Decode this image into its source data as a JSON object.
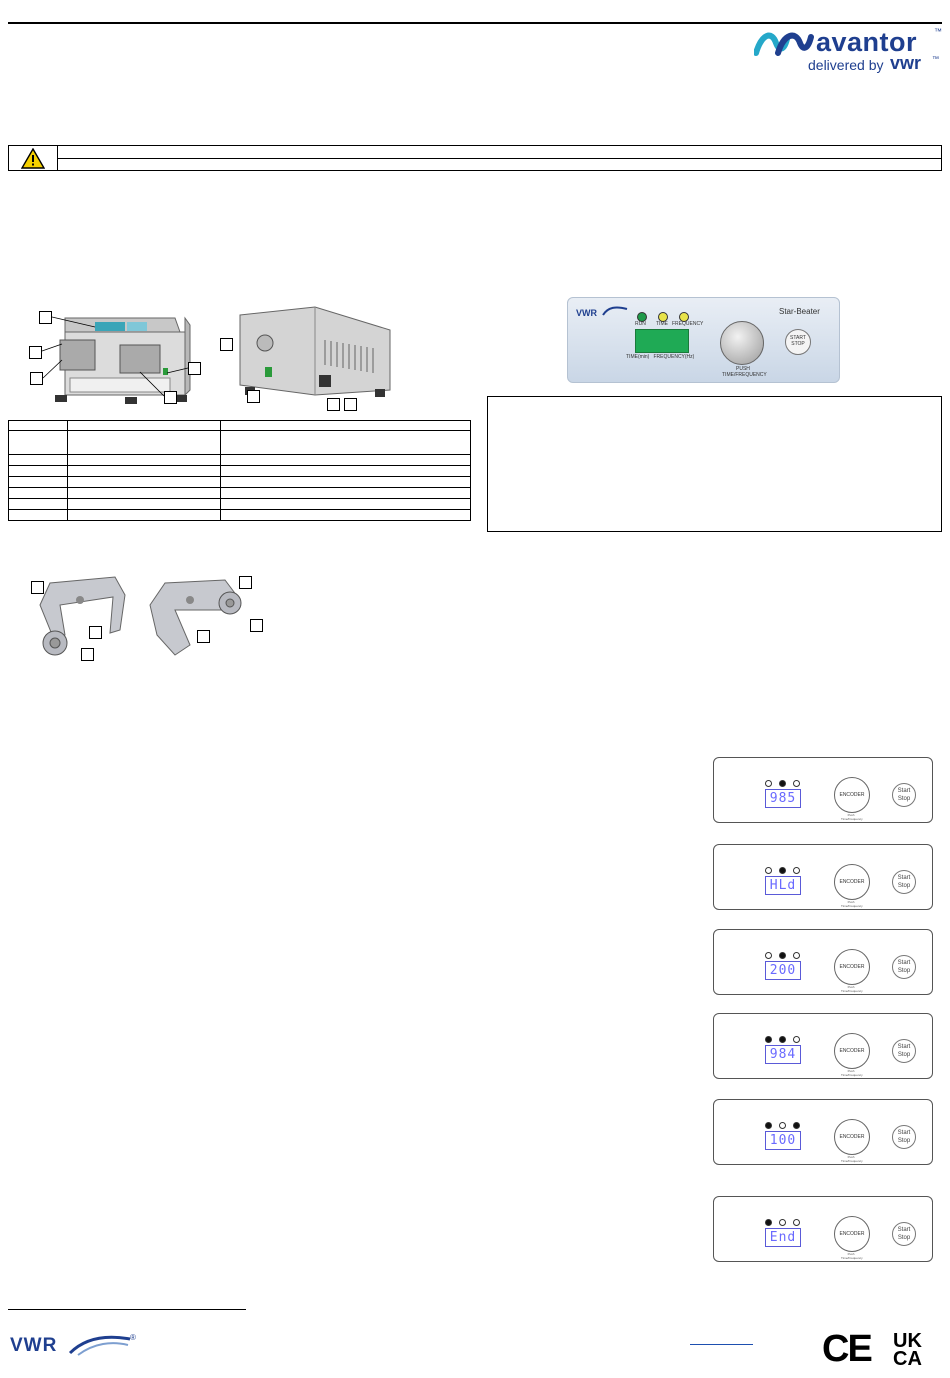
{
  "header": {
    "brand_word": "avantor",
    "tm": "™",
    "tagline_prefix": "delivered by",
    "tagline_brand": "vwr",
    "tagline_tm": "™"
  },
  "control_panel": {
    "brand": "VWR",
    "model": "Star-Beater",
    "led_labels": [
      "RUN",
      "TIME",
      "FREQUENCY"
    ],
    "display_caption": "TIME(min)   FREQUENCY(Hz)",
    "knob_label_1": "PUSH",
    "knob_label_2": "TIME/FREQUENCY",
    "start": "START",
    "stop": "STOP"
  },
  "display_panels": [
    {
      "value": "985",
      "leds": [
        false,
        true,
        false
      ]
    },
    {
      "value": "HLd",
      "leds": [
        false,
        true,
        false
      ]
    },
    {
      "value": "200",
      "leds": [
        false,
        true,
        false
      ]
    },
    {
      "value": "984",
      "leds": [
        true,
        true,
        false
      ]
    },
    {
      "value": "100",
      "leds": [
        true,
        false,
        true
      ]
    },
    {
      "value": "End",
      "leds": [
        true,
        false,
        false
      ]
    }
  ],
  "panel_text": {
    "knob": "ENCODER",
    "push": "Push Time/Frequency",
    "start": "Start",
    "stop": "Stop",
    "led_labels": [
      "RUN",
      "TIME",
      "Frequency"
    ]
  },
  "footer": {
    "brand": "VWR",
    "reg": "®",
    "ce": "CE",
    "ukca_1": "UK",
    "ukca_2": "CA"
  },
  "colors": {
    "brand_blue": "#1f3f8f",
    "brand_teal": "#25a8c9",
    "display_blue": "#6a6aff",
    "link_blue": "#1d4fb0"
  }
}
